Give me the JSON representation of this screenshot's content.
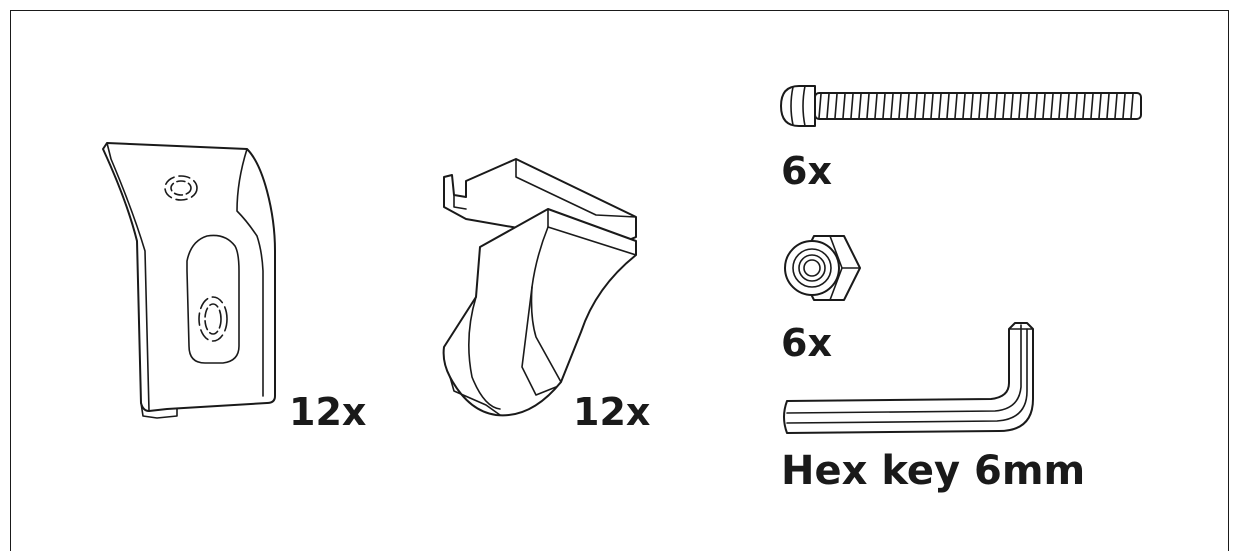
{
  "parts": {
    "bracket": {
      "icon": "bracket-clip-icon",
      "quantity": "12x"
    },
    "slider": {
      "icon": "slider-block-icon",
      "quantity": "12x"
    },
    "screw": {
      "icon": "screw-icon",
      "quantity": "6x"
    },
    "nut": {
      "icon": "lock-nut-icon",
      "quantity": "6x"
    },
    "hex_key": {
      "icon": "hex-key-icon",
      "caption": "Hex key 6mm"
    }
  },
  "colors": {
    "line": "#1a1a1a",
    "background": "#ffffff"
  }
}
